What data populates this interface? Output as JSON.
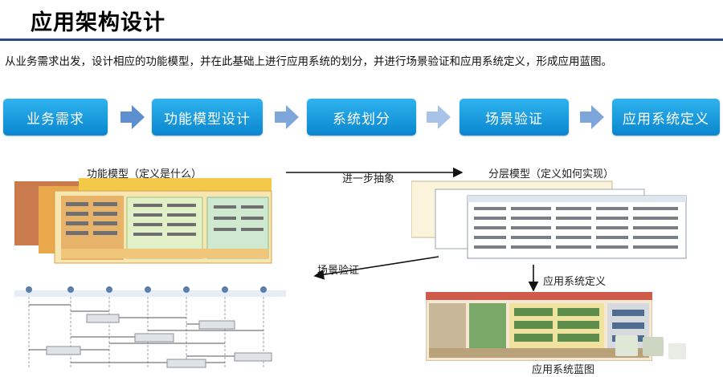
{
  "page": {
    "title": "应用架构设计",
    "intro": "从业务需求出发，设计相应的功能模型，并在此基础上进行应用系统的划分，并进行场景验证和应用系统定义，形成应用蓝图。"
  },
  "process": {
    "steps": [
      "业务需求",
      "功能模型设计",
      "系统划分",
      "场景验证",
      "应用系统定义"
    ]
  },
  "diagram": {
    "functional_model_label": "功能模型（定义是什么）",
    "further_abstract_label": "进一步抽象",
    "layered_model_label": "分层模型（定义如何实现）",
    "scenario_label": "场景验证",
    "system_definition_label": "应用系统定义",
    "blueprint_label": "应用系统蓝图"
  },
  "colors": {
    "step_top": "#2fb3ef",
    "step_bottom": "#0a86cf",
    "arrow": "#5b8fd0",
    "title_rule": "#2c4a8c"
  }
}
